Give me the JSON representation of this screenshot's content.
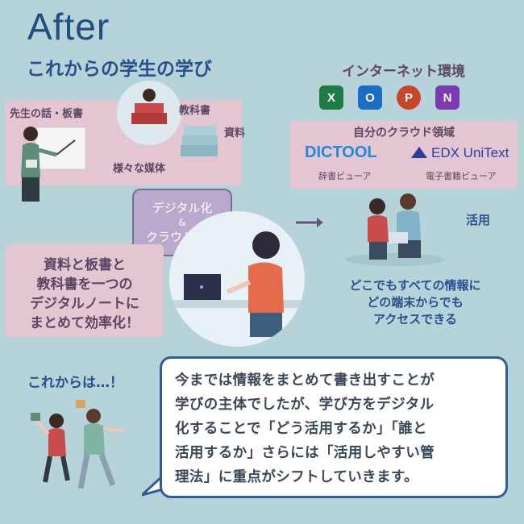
{
  "header": {
    "title": "After",
    "subtitle": "これからの学生の学び"
  },
  "left_panel": {
    "teacher_label": "先生の話・板書",
    "textbook_label": "教科書",
    "materials_label": "資料",
    "media_label": "様々な媒体"
  },
  "digital_bubble": {
    "line1": "デジタル化",
    "line2": "&",
    "line3": "クラウド保存"
  },
  "digital_note": {
    "line1": "資料と板書と",
    "line2": "教科書を一つの",
    "line3": "デジタルノートに",
    "line4": "まとめて効率化！"
  },
  "internet": {
    "title": "インターネット環境",
    "apps": [
      {
        "icon": "excel-icon",
        "letter": "X",
        "color": "#1e7b45"
      },
      {
        "icon": "outlook-icon",
        "letter": "O",
        "color": "#1a6fc4"
      },
      {
        "icon": "powerpoint-icon",
        "letter": "P",
        "color": "#c8452b"
      },
      {
        "icon": "onenote-icon",
        "letter": "N",
        "color": "#7b3bb0"
      }
    ]
  },
  "cloud": {
    "title": "自分のクラウド領域",
    "dictool_logo": "DICTOOL",
    "dictool_caption": "辞書ビューア",
    "edx_logo": "EDX UniText",
    "edx_caption": "電子書籍ビューア"
  },
  "usage": {
    "label": "活用",
    "access_line1": "どこでもすべての情報に",
    "access_line2": "どの端末からでも",
    "access_line3": "アクセスできる"
  },
  "future": {
    "label": "これからは…！",
    "message_lines": [
      "今までは情報をまとめて書き出すことが",
      "学びの主体でしたが、学び方をデジタル",
      "化することで「どう活用するか」「誰と",
      "活用するか」さらには「活用しやすい管",
      "理法」に重点がシフトしていきます。"
    ]
  },
  "colors": {
    "background": "#b6d3da",
    "accent_blue": "#2a4f8d",
    "pink_panel": "#e3c6d2",
    "bubble_purple": "#b9a9cc"
  }
}
